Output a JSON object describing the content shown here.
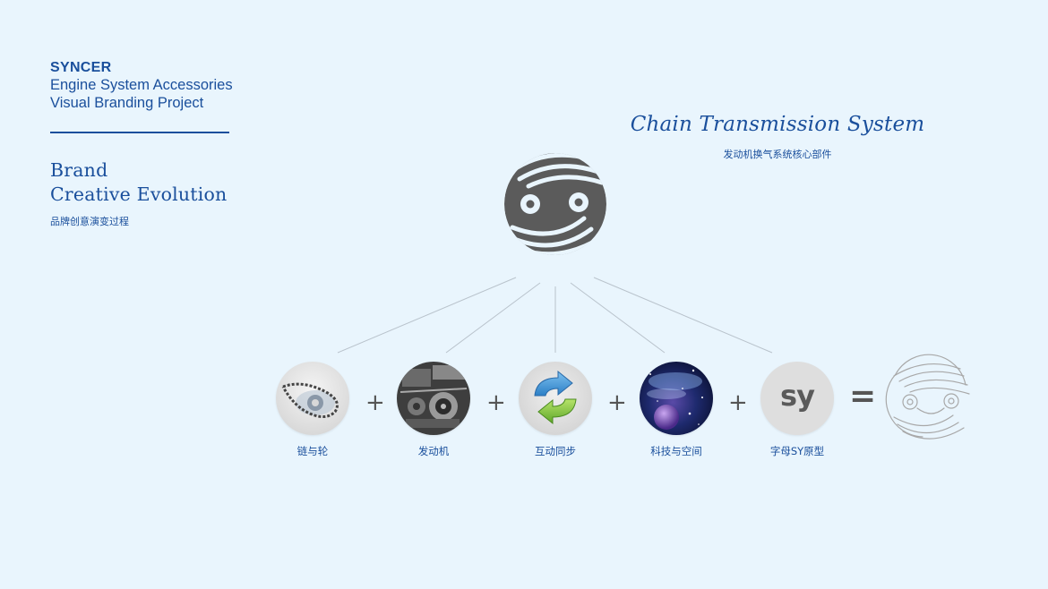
{
  "brand": {
    "name": "SYNCER",
    "line1": "Engine System Accessories",
    "line2": "Visual Branding Project"
  },
  "section": {
    "title1": "Brand",
    "title2": "Creative Evolution",
    "subtitle": "品牌创意演变过程"
  },
  "heading": {
    "title": "Chain Transmission System",
    "subtitle": "发动机换气系统核心部件"
  },
  "elements": [
    {
      "label": "链与轮",
      "icon": "chain-sprocket-icon"
    },
    {
      "label": "发动机",
      "icon": "engine-icon"
    },
    {
      "label": "互动同步",
      "icon": "sync-arrows-icon"
    },
    {
      "label": "科技与空间",
      "icon": "space-nebula-icon"
    },
    {
      "label": "字母SY原型",
      "icon": "sy-letters-icon",
      "text": "sy"
    }
  ],
  "operators": {
    "plus": "+",
    "equals": "="
  },
  "colors": {
    "background": "#e9f5fd",
    "brand_blue": "#1a4f9c",
    "logo_gray": "#5b5b5b",
    "line_gray": "#b9c3cc"
  }
}
